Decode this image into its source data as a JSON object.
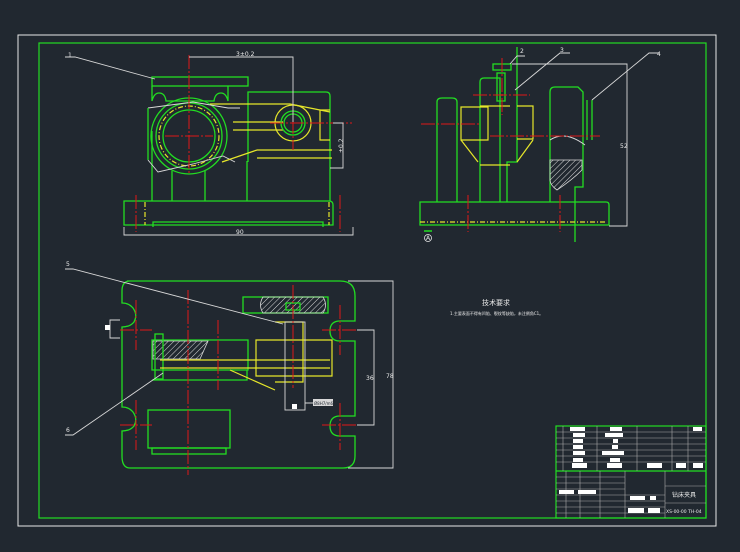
{
  "drawing": {
    "technical_requirements_title": "技术要求",
    "technical_requirements_note": "1.主要表面不得有凹陷、裂纹等缺陷，未注倒角C1。",
    "callouts": [
      "1",
      "2",
      "3",
      "4",
      "5",
      "6"
    ],
    "dimensions": {
      "top_width": "3±0.2",
      "top_height": "±0.2",
      "front_base_width": "90",
      "side_height": "52",
      "plan_inner": "36",
      "plan_outer": "78",
      "plan_tag": "Ø8H7/m6"
    },
    "datum_symbol": "A"
  },
  "title_block": {
    "drawing_title": "钻床夹具",
    "drawing_number": "XS-00-00 TH-04"
  },
  "colors": {
    "background": "#212830",
    "outline": "#22dd22",
    "hidden": "#e6e62a",
    "center": "#e01818",
    "dimension": "#d8d8d8"
  }
}
